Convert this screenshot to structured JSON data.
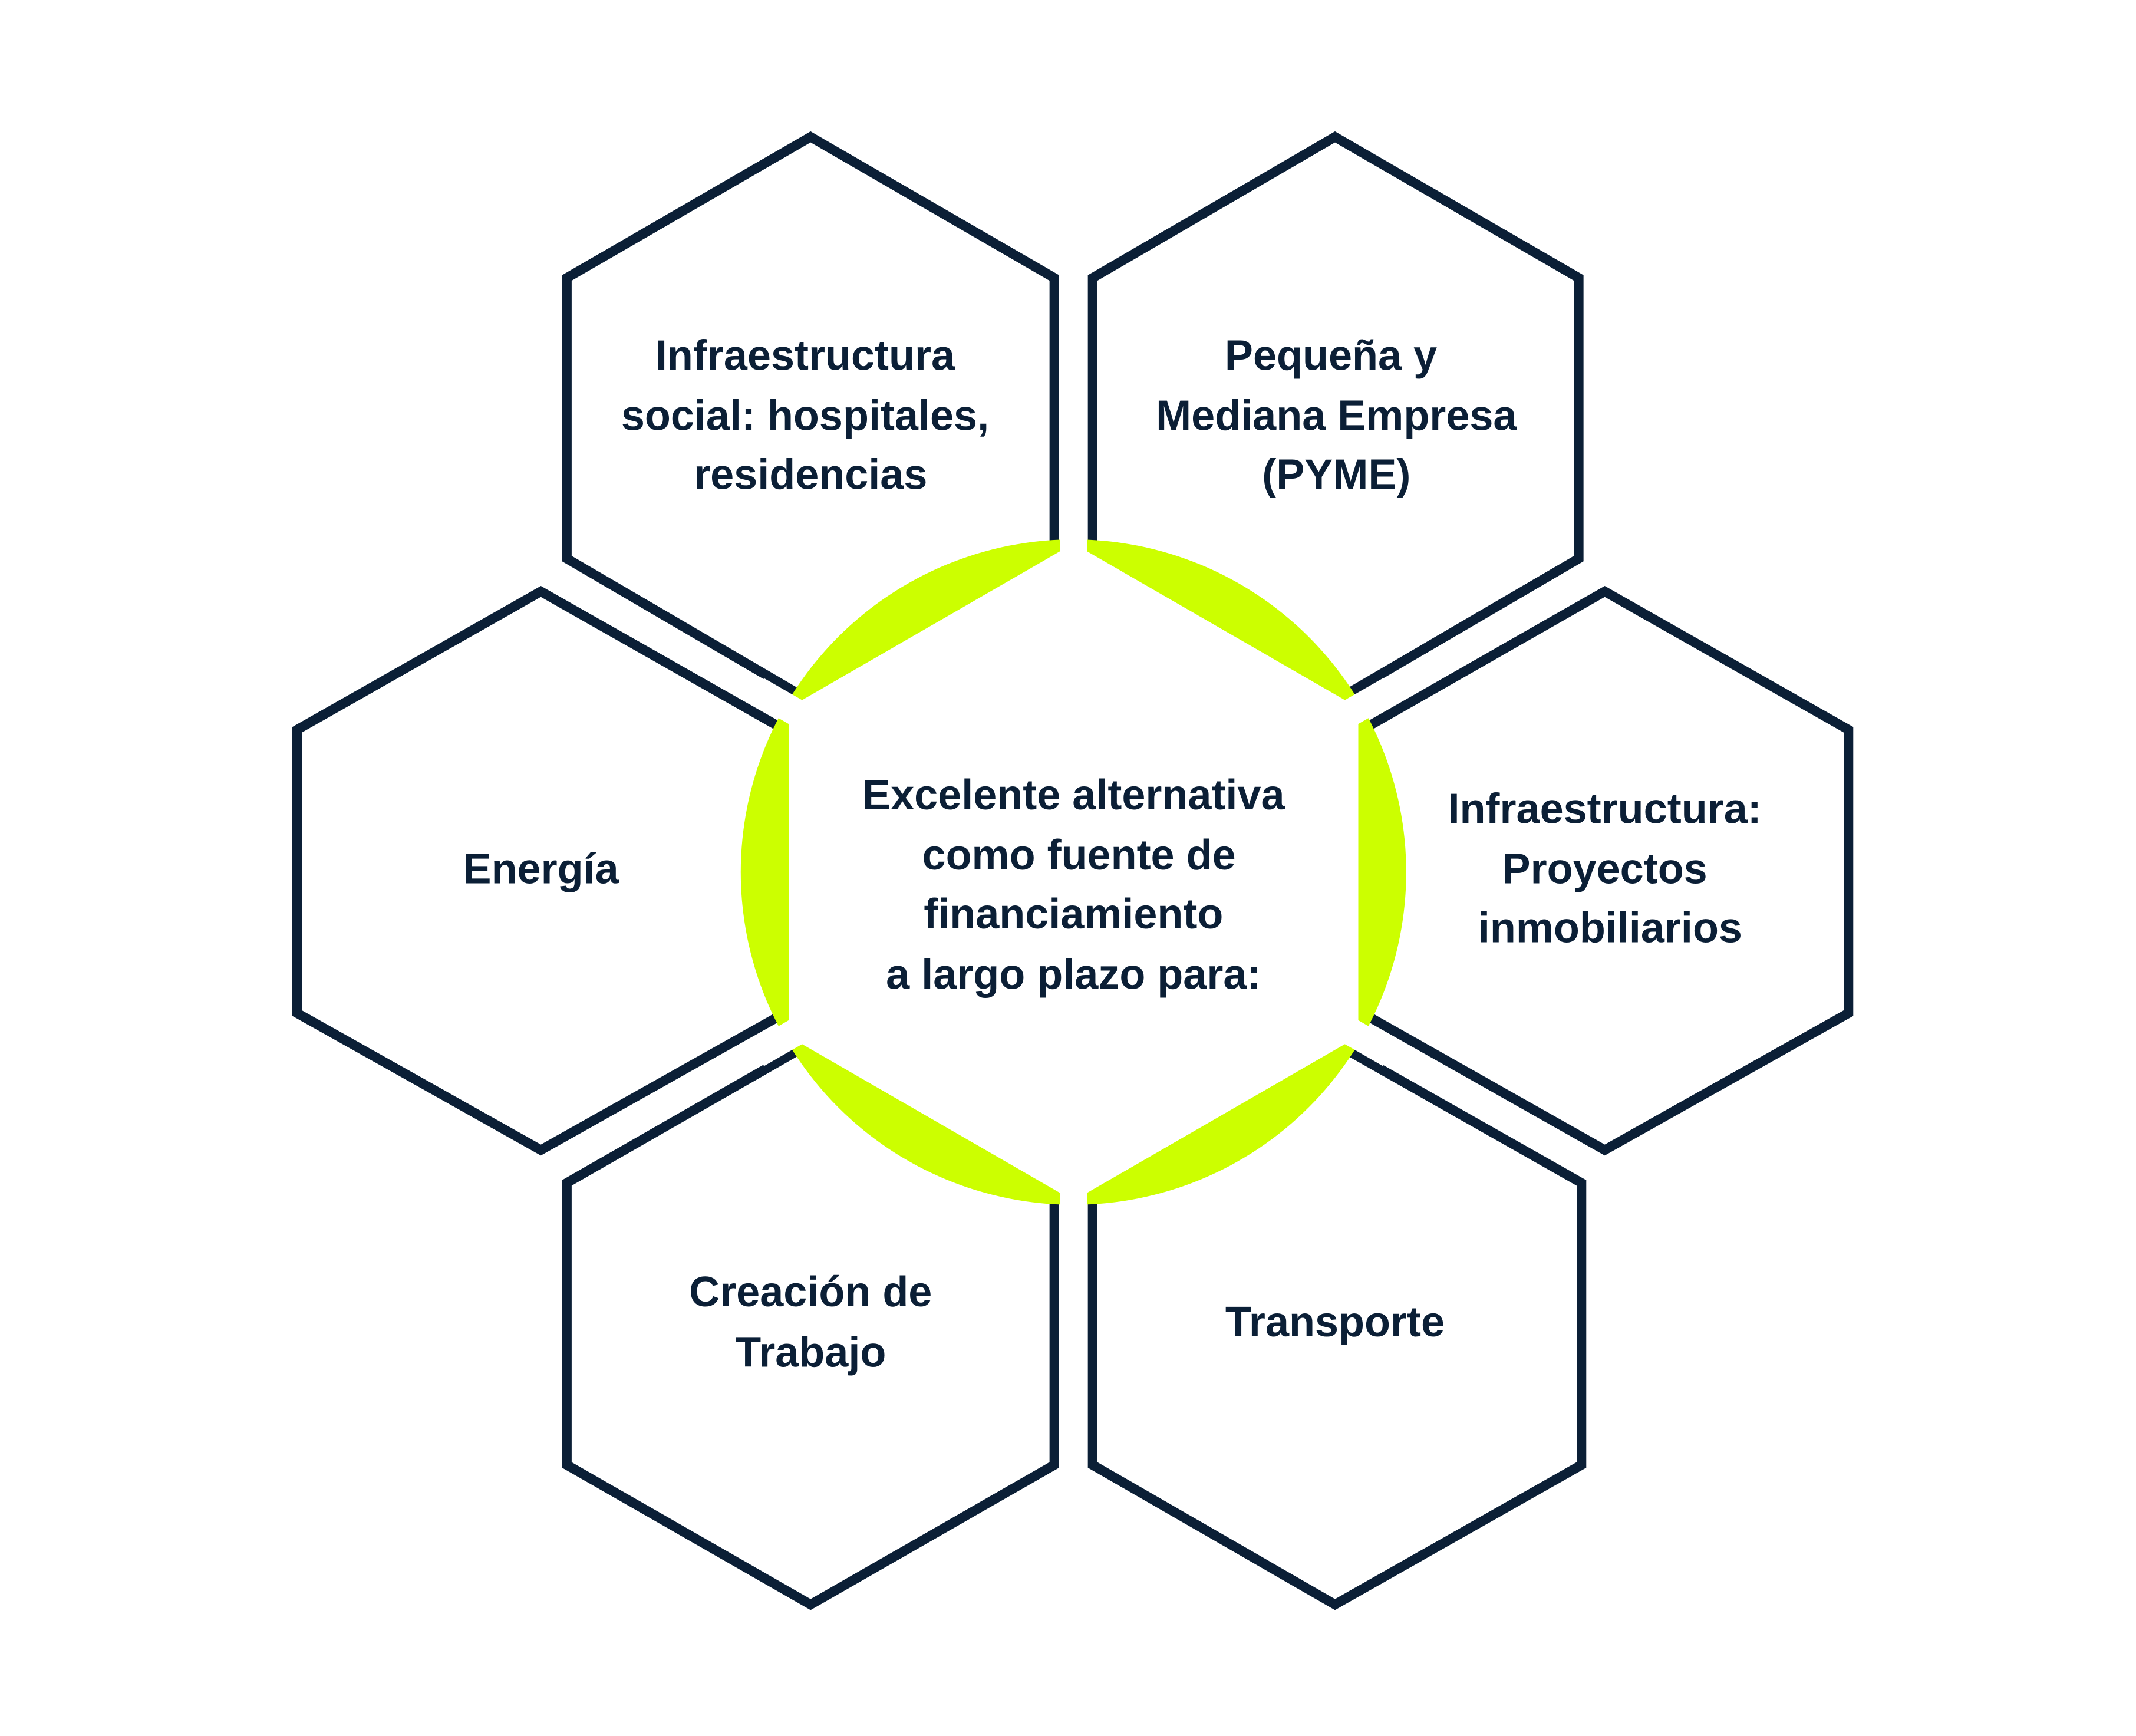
{
  "colors": {
    "outline": "#0b1f36",
    "accent": "#ccff00",
    "background": "#ffffff"
  },
  "center": {
    "lines": [
      "Excelente alternativa",
      "como fuente de",
      "financiamiento",
      "a largo plazo para:"
    ]
  },
  "hexagons": [
    {
      "id": "infra-social",
      "lines": [
        "Infraestructura",
        "social: hospitales,",
        "residencias"
      ]
    },
    {
      "id": "pyme",
      "lines": [
        "Pequeña y",
        "Mediana Empresa",
        "(PYME)"
      ]
    },
    {
      "id": "energia",
      "lines": [
        "Energía"
      ]
    },
    {
      "id": "infra-inmob",
      "lines": [
        "Infraestructura:",
        "Proyectos",
        "inmobiliarios"
      ]
    },
    {
      "id": "trabajo",
      "lines": [
        "Creación de",
        "Trabajo"
      ]
    },
    {
      "id": "transporte",
      "lines": [
        "Transporte"
      ]
    }
  ]
}
